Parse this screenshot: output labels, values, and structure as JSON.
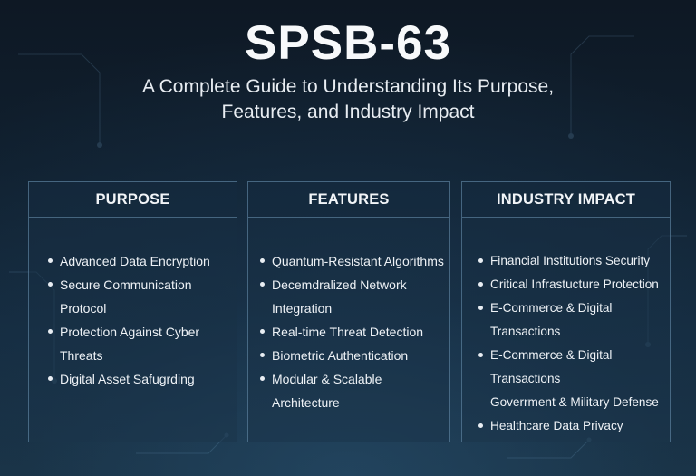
{
  "header": {
    "title": "SPSB-63",
    "subtitle_line1": "A Complete Guide to Understanding Its Purpose,",
    "subtitle_line2": "Features, and Industry Impact"
  },
  "panels": {
    "purpose": {
      "heading": "PURPOSE",
      "items": [
        "Advanced Data Encryption",
        "Secure Communication\nProtocol",
        "Protection Against Cyber\nThreats",
        "Digital Asset Safugrding"
      ]
    },
    "features": {
      "heading": "FEATURES",
      "items": [
        "Quantum-Resistant Algorithms",
        "Decemdralized Network\nIntegration",
        "Real-time Threat Detection",
        "Biometric Authentication",
        "Modular & Scalable\nArchitecture"
      ]
    },
    "impact": {
      "heading": "INDUSTRY IMPACT",
      "items": [
        "Financial Institutions Security",
        "Critical Infrastucture Protection",
        "E-Commerce & Digital Transactions",
        "E-Commerce & Digital Transactions",
        "Goverrment & Military Defense",
        "Healthcare Data Privacy"
      ]
    }
  },
  "colors": {
    "background_top": "#0e1824",
    "background_bottom": "#1a3448",
    "panel_border": "#6e96b4",
    "text": "#f2f5f8"
  }
}
